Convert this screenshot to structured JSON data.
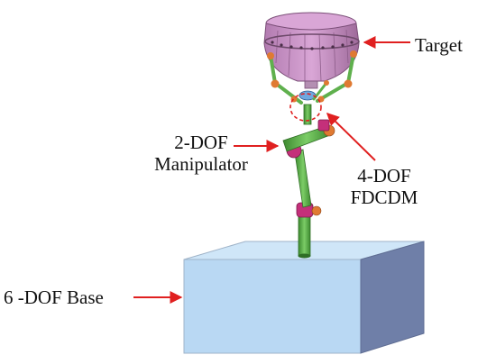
{
  "labels": {
    "target": "Target",
    "manipulator_line1": "2-DOF",
    "manipulator_line2": "Manipulator",
    "fdcdm_line1": "4-DOF",
    "fdcdm_line2": "FDCDM",
    "base": "6 -DOF Base"
  },
  "colors": {
    "target_body": "#c98fc6",
    "target_dark": "#9e6a9a",
    "base_front": "#b9d8f3",
    "base_top": "#cfe6f8",
    "base_side": "#6f7fa8",
    "link_green": "#5fb04d",
    "joint_magenta": "#c4307a",
    "joint_orange": "#e07a32",
    "pointer_red": "#e02020"
  }
}
